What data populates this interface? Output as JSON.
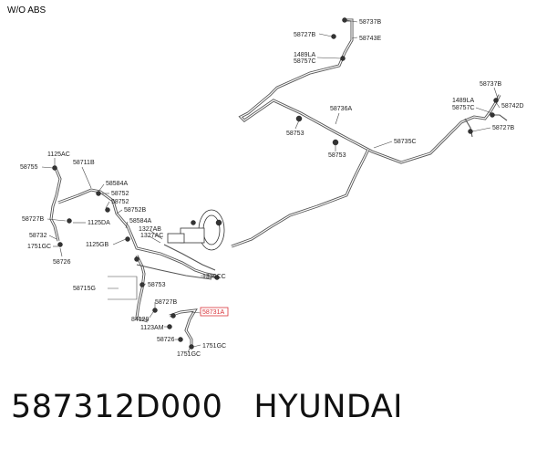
{
  "header": {
    "note": "W/O ABS"
  },
  "diagram": {
    "callouts": [
      {
        "id": "c1",
        "label": "58737B"
      },
      {
        "id": "c2",
        "label": "58727B"
      },
      {
        "id": "c3",
        "label": "58743E"
      },
      {
        "id": "c4",
        "label": "1489LA"
      },
      {
        "id": "c5",
        "label": "58757C"
      },
      {
        "id": "c6",
        "label": "58737B"
      },
      {
        "id": "c7",
        "label": "1489LA"
      },
      {
        "id": "c8",
        "label": "58757C"
      },
      {
        "id": "c9",
        "label": "58742D"
      },
      {
        "id": "c10",
        "label": "58727B"
      },
      {
        "id": "c11",
        "label": "58736A"
      },
      {
        "id": "c12",
        "label": "58753"
      },
      {
        "id": "c13",
        "label": "58735C"
      },
      {
        "id": "c14",
        "label": "58753"
      },
      {
        "id": "c15",
        "label": "1125AC"
      },
      {
        "id": "c16",
        "label": "58755"
      },
      {
        "id": "c17",
        "label": "58711B"
      },
      {
        "id": "c18",
        "label": "58584A"
      },
      {
        "id": "c19",
        "label": "58752"
      },
      {
        "id": "c20",
        "label": "58752"
      },
      {
        "id": "c21",
        "label": "58752B"
      },
      {
        "id": "c22",
        "label": "58727B"
      },
      {
        "id": "c23",
        "label": "1125DA"
      },
      {
        "id": "c24",
        "label": "58584A"
      },
      {
        "id": "c25",
        "label": "1327AB"
      },
      {
        "id": "c26",
        "label": "1327AC"
      },
      {
        "id": "c27",
        "label": "58732"
      },
      {
        "id": "c28",
        "label": "1751GC"
      },
      {
        "id": "c29",
        "label": "1125GB"
      },
      {
        "id": "c30",
        "label": "58726"
      },
      {
        "id": "c31",
        "label": "1339CC"
      },
      {
        "id": "c32",
        "label": "58715G"
      },
      {
        "id": "c33",
        "label": "58753"
      },
      {
        "id": "c34",
        "label": "58727B"
      },
      {
        "id": "c35",
        "label": "58731A",
        "highlight": true,
        "highlight_color": "#d9343a"
      },
      {
        "id": "c36",
        "label": "84129"
      },
      {
        "id": "c37",
        "label": "1123AM"
      },
      {
        "id": "c38",
        "label": "58726"
      },
      {
        "id": "c39",
        "label": "1751GC"
      },
      {
        "id": "c40",
        "label": "1751GC"
      }
    ]
  },
  "footer": {
    "part_number": "587312D000",
    "brand": "HYUNDAI"
  },
  "colors": {
    "line": "#555555",
    "text": "#222222",
    "highlight": "#d9343a"
  }
}
